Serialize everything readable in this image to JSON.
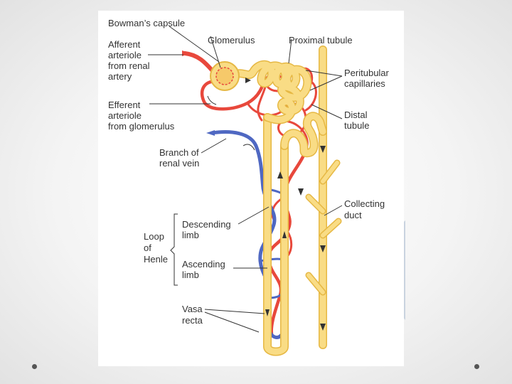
{
  "labels": {
    "bowmans_capsule": "Bowman’s capsule",
    "afferent": [
      "Afferent",
      "arteriole",
      "from renal",
      "artery"
    ],
    "glomerulus": "Glomerulus",
    "proximal_tubule": "Proximal tubule",
    "peritubular": [
      "Peritubular",
      "capillaries"
    ],
    "efferent": [
      "Efferent",
      "arteriole",
      "from glomerulus"
    ],
    "distal": [
      "Distal",
      "tubule"
    ],
    "branch_vein": [
      "Branch of",
      "renal vein"
    ],
    "collecting": [
      "Collecting",
      "duct"
    ],
    "loop": [
      "Loop",
      "of",
      "Henle"
    ],
    "descending": [
      "Descending",
      "limb"
    ],
    "ascending": [
      "Ascending",
      "limb"
    ],
    "vasa": [
      "Vasa",
      "recta"
    ]
  },
  "colors": {
    "tubule": "#f9dc85",
    "tubule_edge": "#e6b844",
    "artery": "#e8483c",
    "vein": "#4f68c2",
    "leader": "#333333",
    "accent_triangle": "#c9d3df"
  }
}
